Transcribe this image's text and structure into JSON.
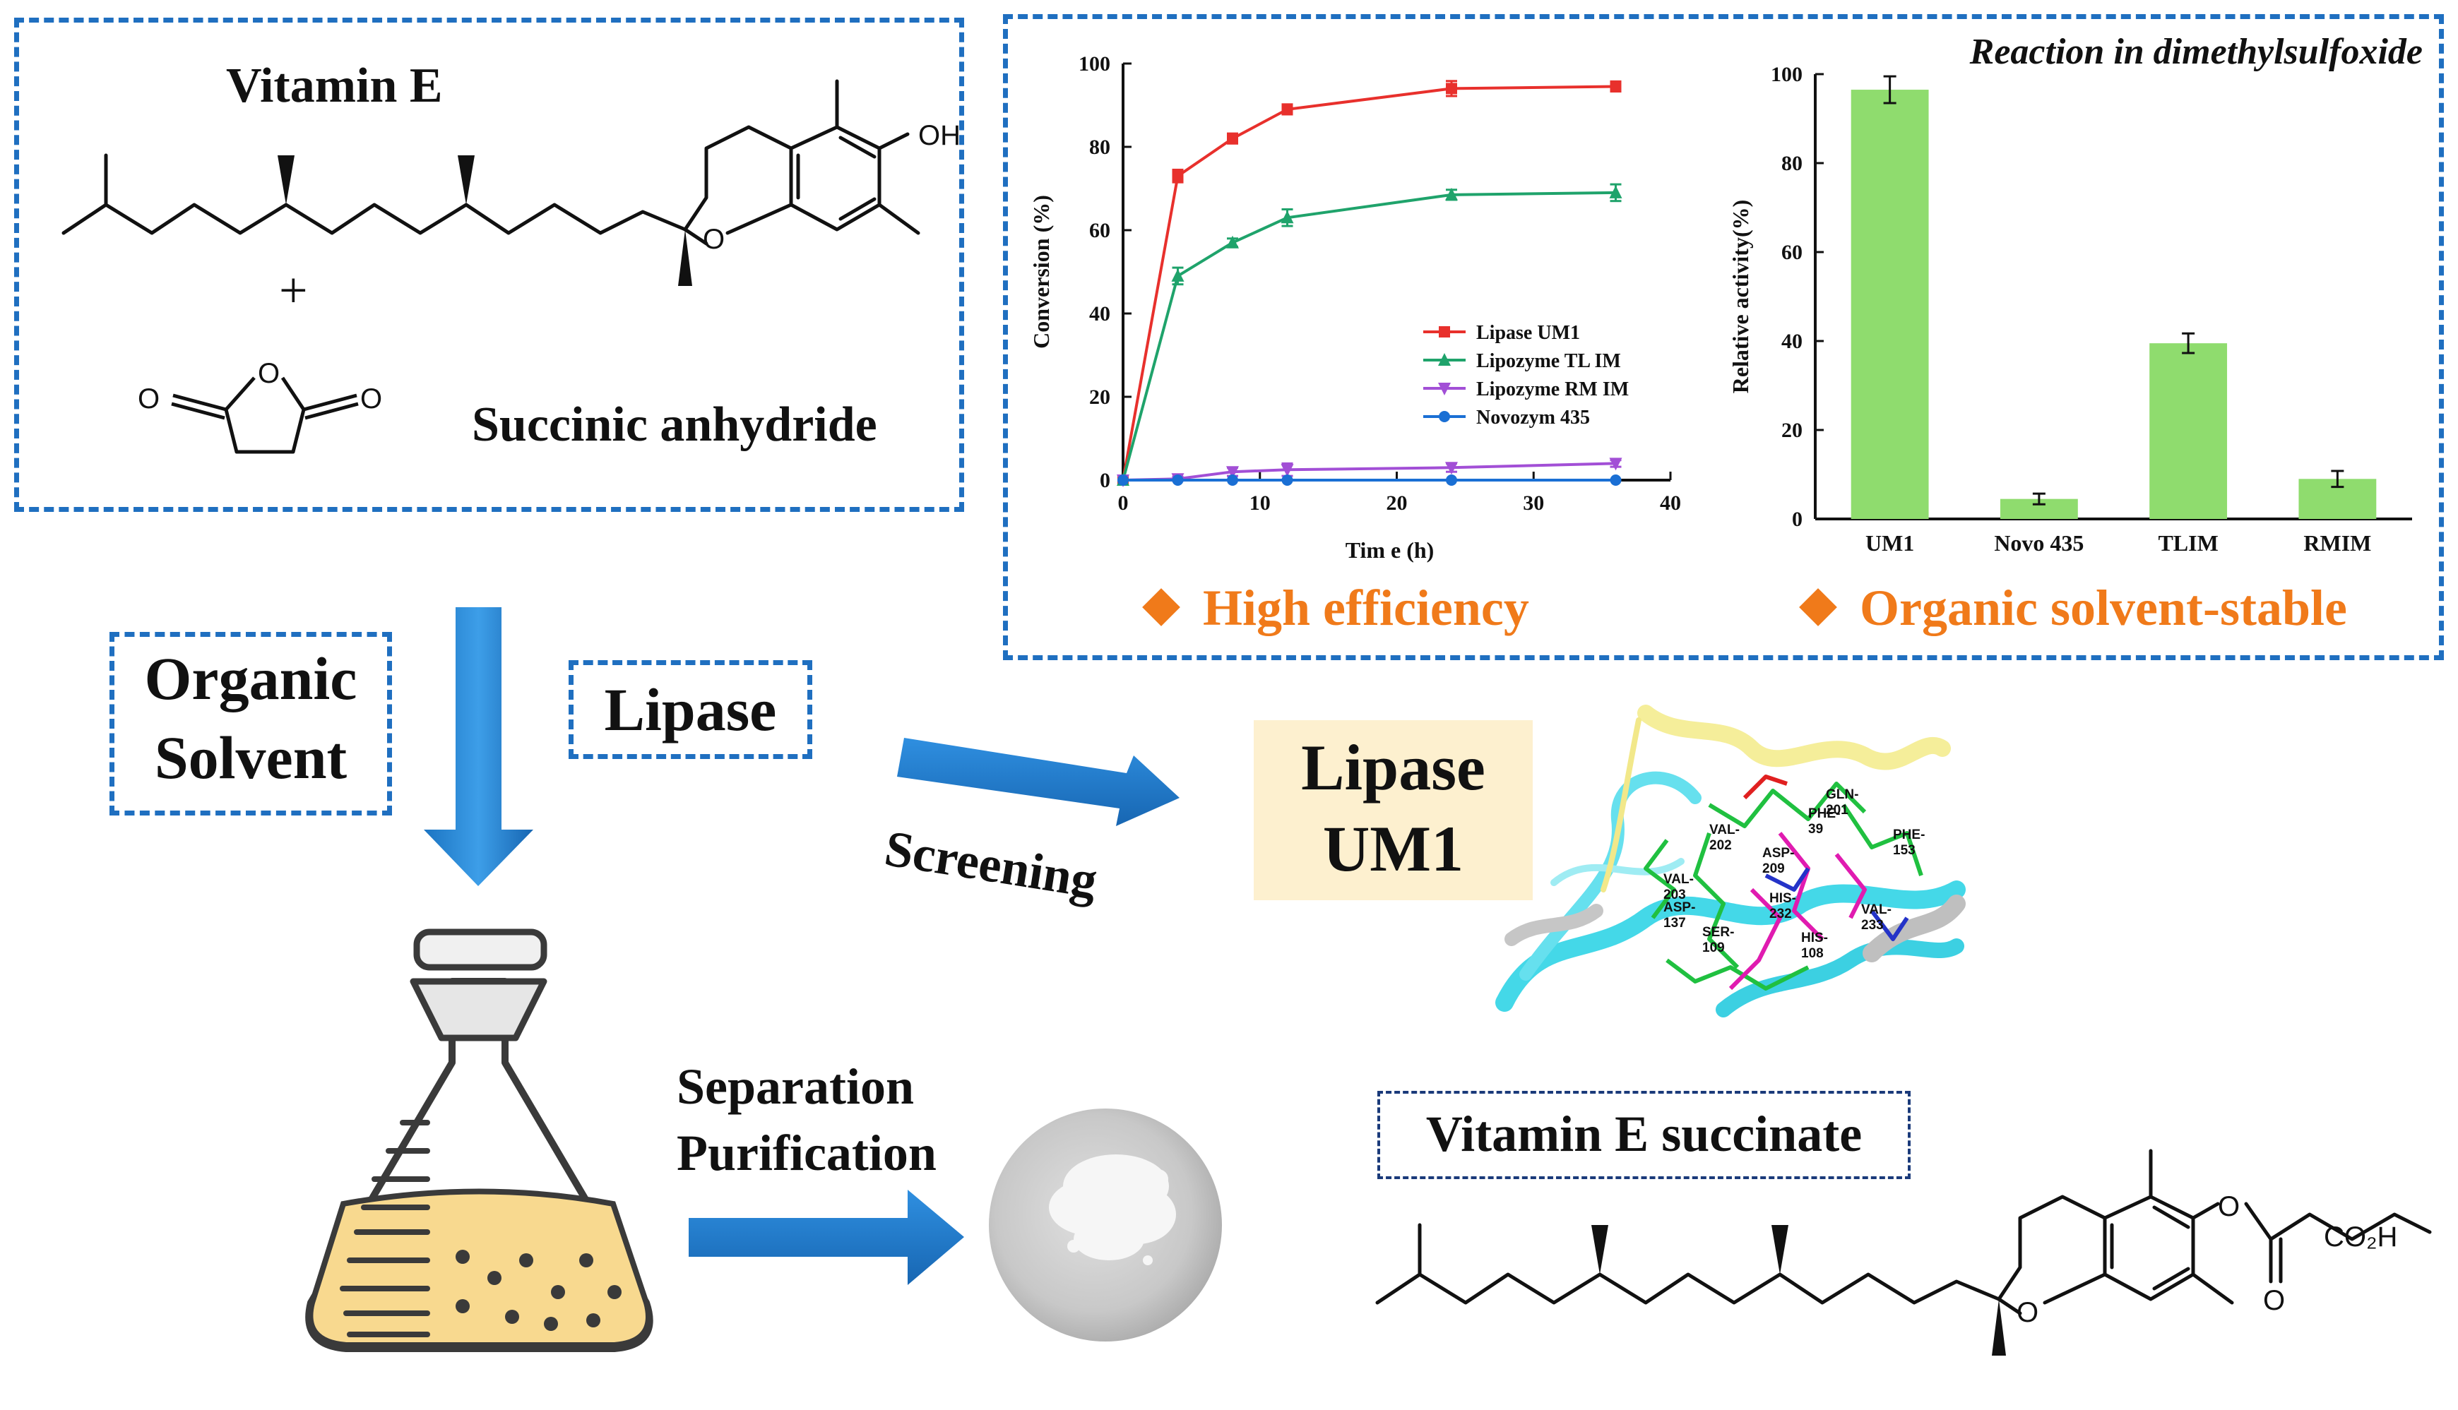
{
  "reactants": {
    "vitamin_e_label": "Vitamin E",
    "plus": "+",
    "succinic_anhydride_label": "Succinic anhydride",
    "oh": "OH",
    "ring_o": "O",
    "anhydride_o_top": "O",
    "anhydride_o_left": "O",
    "anhydride_o_right": "O"
  },
  "conditions": {
    "organic_solvent": [
      "Organic",
      "Solvent"
    ],
    "lipase": "Lipase"
  },
  "process": {
    "screening": "Screening",
    "separation": "Separation",
    "purification": "Purification",
    "lipase_um1": [
      "Lipase",
      "UM1"
    ]
  },
  "protein_residues": [
    "GLN-201",
    "PHE-39",
    "VAL-202",
    "PHE-153",
    "ASP-209",
    "VAL-203",
    "HIS-232",
    "VAL-233",
    "ASP-137",
    "SER-109",
    "HIS-108"
  ],
  "product": {
    "label": "Vitamin E succinate",
    "ring_o": "O",
    "ester_o": "O",
    "carbonyl_o": "O",
    "acid": "CO₂H"
  },
  "highlights": {
    "left": "High efficiency",
    "right": "Organic solvent-stable",
    "bullet_color": "#f07a1a"
  },
  "chart_data": [
    {
      "type": "line",
      "xlabel": "Tim e (h)",
      "ylabel": "Conversion (%)",
      "xlim": [
        0,
        40
      ],
      "ylim": [
        0,
        100
      ],
      "xticks": [
        0,
        10,
        20,
        30,
        40
      ],
      "yticks": [
        0,
        20,
        40,
        60,
        80,
        100
      ],
      "x": [
        0,
        4,
        8,
        12,
        24,
        36
      ],
      "series": [
        {
          "name": "Lipase UM1",
          "color": "#e8302c",
          "marker": "square",
          "values": [
            0,
            73,
            82,
            89,
            94,
            94.5
          ],
          "errors": [
            0,
            1.5,
            1.2,
            1.2,
            1.8,
            1.2
          ]
        },
        {
          "name": "Lipozyme TL IM",
          "color": "#1fa36b",
          "marker": "triangle-up",
          "values": [
            0,
            49,
            57,
            63,
            68.5,
            69
          ],
          "errors": [
            0,
            2,
            1,
            2,
            1.2,
            2
          ]
        },
        {
          "name": "Lipozyme RM IM",
          "color": "#a24fd6",
          "marker": "triangle-down",
          "values": [
            0,
            0.3,
            2,
            2.5,
            3,
            4
          ],
          "errors": [
            0,
            0.5,
            1,
            1.5,
            1,
            0.8
          ]
        },
        {
          "name": "Novozym 435",
          "color": "#1a6fd4",
          "marker": "circle",
          "values": [
            0,
            0,
            0,
            0,
            0,
            0
          ],
          "errors": [
            0,
            0,
            0,
            0,
            0,
            0
          ]
        }
      ]
    },
    {
      "type": "bar",
      "title": "Reaction in dimethylsulfoxide",
      "ylabel": "Relative activity(%)",
      "ylim": [
        0,
        100
      ],
      "yticks": [
        0,
        20,
        40,
        60,
        80,
        100
      ],
      "categories": [
        "UM1",
        "Novo 435",
        "TLIM",
        "RMIM"
      ],
      "values": [
        96.5,
        4.5,
        39.5,
        9
      ],
      "errors": [
        3,
        1.2,
        2.2,
        1.8
      ],
      "bar_color": "#8fdc6e"
    }
  ]
}
